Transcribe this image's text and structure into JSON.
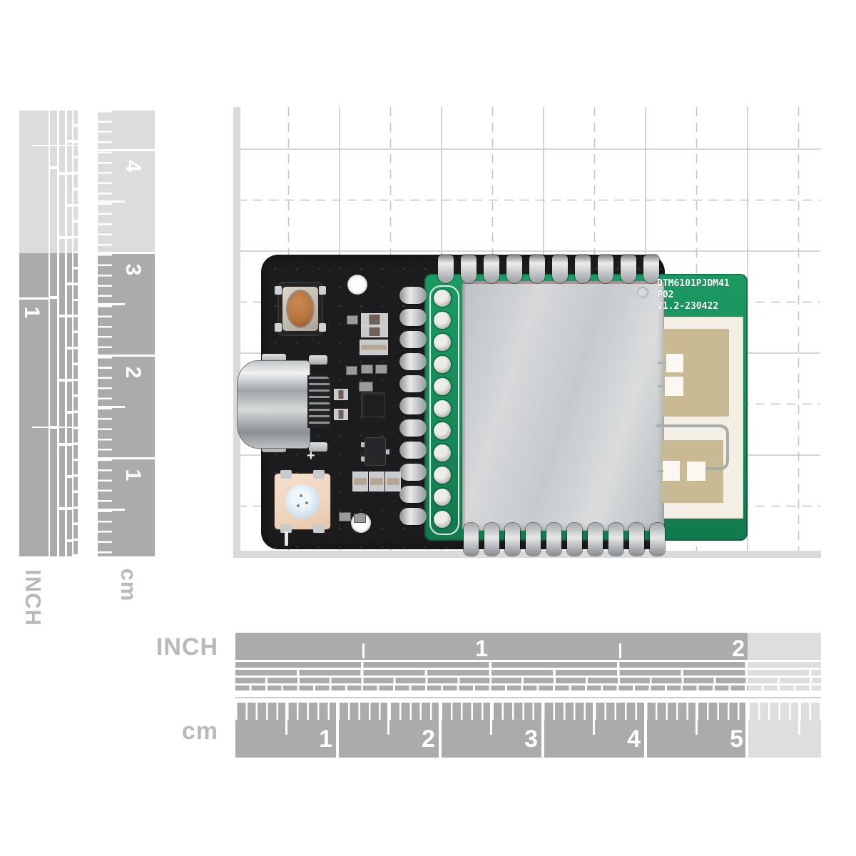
{
  "photo": {
    "description": "Top view of a black carrier PCB with USB-C connector, reset button and RGB LED, carrying a green mmWave radar module with RF shield and patch antennas, shown on a measurement grid with inch and cm rulers"
  },
  "rulers": {
    "left_inch": {
      "label": "INCH",
      "numbers": [
        "1"
      ]
    },
    "left_cm": {
      "label": "cm",
      "numbers": [
        "4",
        "3",
        "2",
        "1"
      ]
    },
    "bottom_inch": {
      "label": "INCH",
      "numbers": [
        "1",
        "2"
      ]
    },
    "bottom_cm": {
      "label": "cm",
      "numbers": [
        "1",
        "2",
        "3",
        "4",
        "5"
      ]
    }
  },
  "board": {
    "silkscreen_plus": "+",
    "module_marking": {
      "line1": "DTM6101PJDM41",
      "line2": "P02",
      "line3": "V1.2-230422"
    }
  },
  "colors": {
    "background": "#ffffff",
    "grid_line": "#c9c9c9",
    "ruler_gray": "#ababab",
    "ruler_light": "#dedede",
    "board_black": "#1c1c1e",
    "module_green": "#178a58",
    "shield_silver": "#c9cdd0",
    "shield_edge_copper": "#a8543a",
    "antenna_substrate": "#f3efe5",
    "antenna_patch_tan": "#c9ba93",
    "button_copper": "#b5743e",
    "led_body": "#efd4bd"
  }
}
